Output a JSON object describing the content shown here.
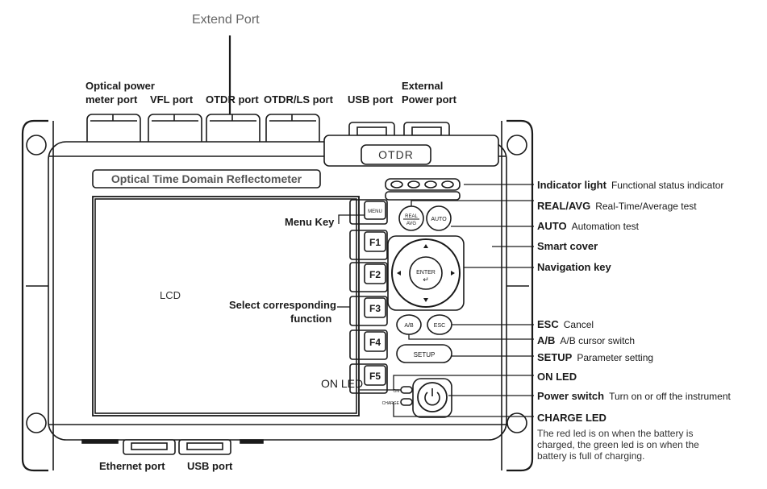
{
  "top": {
    "extend_port": "Extend Port",
    "ports": {
      "optical_power_line1": "Optical power",
      "optical_power_line2": "meter port",
      "vfl": "VFL port",
      "otdr": "OTDR port",
      "otdr_ls": "OTDR/LS port",
      "usb_top": "USB port",
      "external_line1": "External",
      "external_line2": "Power port"
    }
  },
  "device": {
    "badge": "OTDR",
    "banner": "Optical Time Domain Reflectometer",
    "screen_label": "LCD",
    "keys": {
      "menu": "MENU",
      "f1": "F1",
      "f2": "F2",
      "f3": "F3",
      "f4": "F4",
      "f5": "F5",
      "real_avg_top": "REAL",
      "real_avg_bottom": "AVG",
      "auto": "AUTO",
      "enter": "ENTER",
      "ab": "A/B",
      "esc": "ESC",
      "setup": "SETUP",
      "on_led_mini": "ON",
      "charge_led_mini": "CHARGE"
    }
  },
  "left_labels": {
    "menu_key": "Menu Key",
    "select_line1": "Select corresponding",
    "select_line2": "function",
    "on_led": "ON LED"
  },
  "right_labels": [
    {
      "term": "Indicator light",
      "desc": "Functional status indicator"
    },
    {
      "term": "REAL/AVG",
      "desc": "Real-Time/Average test"
    },
    {
      "term": "AUTO",
      "desc": "Automation test"
    },
    {
      "term": "Smart cover",
      "desc": ""
    },
    {
      "term": "Navigation key",
      "desc": ""
    },
    {
      "term": "ESC",
      "desc": "Cancel"
    },
    {
      "term": "A/B",
      "desc": "A/B cursor switch"
    },
    {
      "term": "SETUP",
      "desc": "Parameter setting"
    },
    {
      "term": "ON LED",
      "desc": ""
    },
    {
      "term": "Power switch",
      "desc": "Turn on or off the instrument"
    },
    {
      "term": "CHARGE LED",
      "desc": ""
    }
  ],
  "charge_note": "The red led is on when the battery is charged, the green led is on when the battery is full of charging.",
  "bottom": {
    "ethernet": "Ethernet port",
    "usb": "USB port"
  }
}
